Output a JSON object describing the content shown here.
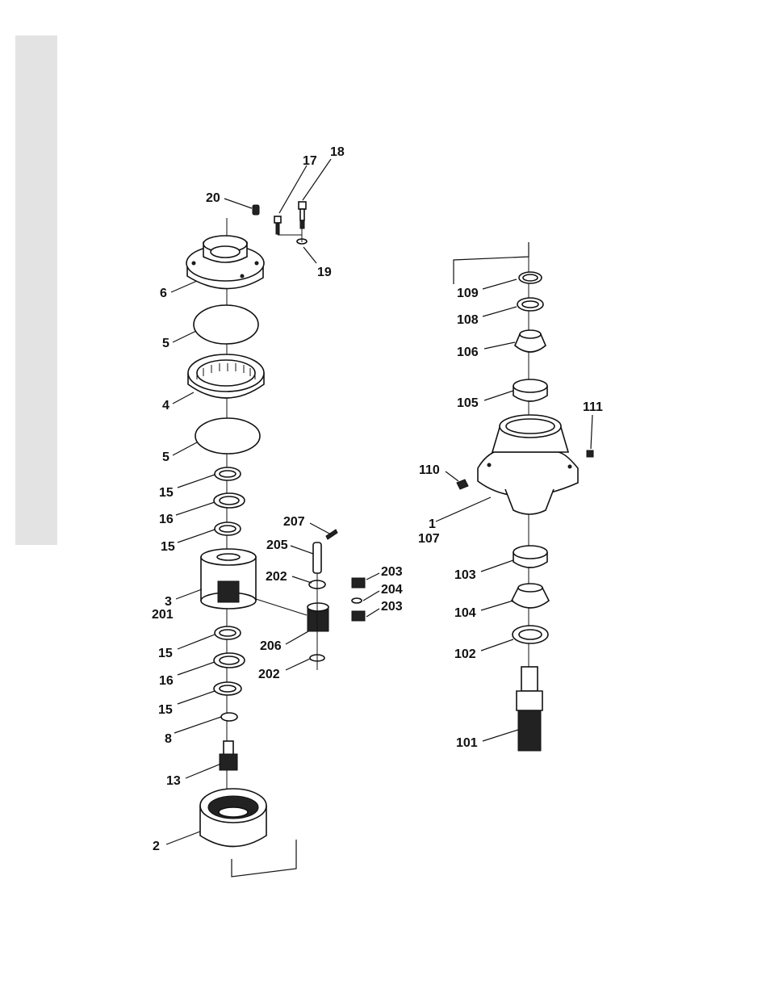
{
  "labels": {
    "l17": "17",
    "l18": "18",
    "l20": "20",
    "l19": "19",
    "l6": "6",
    "l5a": "5",
    "l4": "4",
    "l5b": "5",
    "l15a": "15",
    "l16a": "16",
    "l15b": "15",
    "l3": "3",
    "l201": "201",
    "l15c": "15",
    "l16b": "16",
    "l15d": "15",
    "l8": "8",
    "l13": "13",
    "l2": "2",
    "l207": "207",
    "l205": "205",
    "l202a": "202",
    "l203a": "203",
    "l204": "204",
    "l203b": "203",
    "l206": "206",
    "l202b": "202",
    "l109": "109",
    "l108": "108",
    "l106": "106",
    "l105": "105",
    "l111": "111",
    "l110": "110",
    "l1": "1",
    "l107": "107",
    "l103": "103",
    "l104": "104",
    "l102": "102",
    "l101": "101"
  }
}
